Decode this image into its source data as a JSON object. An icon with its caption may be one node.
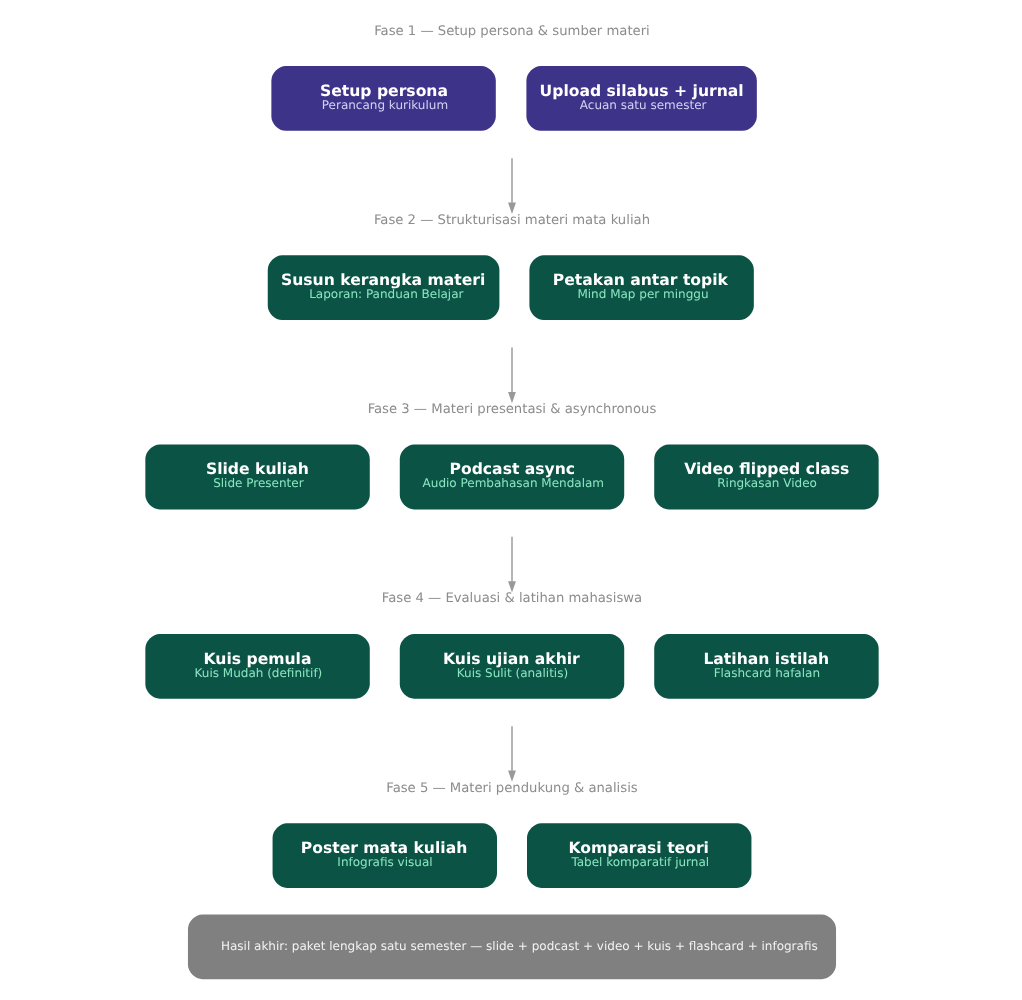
{
  "diagram": {
    "nodes": [
      {
        "text": [
          "Fase 1 — Setup persona & sumber materi"
        ]
      },
      {
        "text": [
          "Setup persona",
          "Perancang kurikulum"
        ]
      },
      {
        "text": [
          "Upload silabus + jurnal",
          "Acuan satu semester"
        ]
      },
      {
        "text": [
          "Fase 2 — Strukturisasi materi mata kuliah"
        ]
      },
      {
        "text": [
          "Susun kerangka materi",
          "Laporan: Panduan Belajar"
        ]
      },
      {
        "text": [
          "Petakan antar topik",
          "Mind Map per minggu"
        ]
      },
      {
        "text": [
          "Fase 3 — Materi presentasi & asynchronous"
        ]
      },
      {
        "text": [
          "Slide kuliah",
          "Slide Presenter"
        ]
      },
      {
        "text": [
          "Podcast async",
          "Audio Pembahasan Mendalam"
        ]
      },
      {
        "text": [
          "Video flipped class",
          "Ringkasan Video"
        ]
      },
      {
        "text": [
          "Fase 4 — Evaluasi & latihan mahasiswa"
        ]
      },
      {
        "text": [
          "Kuis pemula",
          "Kuis Mudah (definitif)"
        ]
      },
      {
        "text": [
          "Kuis ujian akhir",
          "Kuis Sulit (analitis)"
        ]
      },
      {
        "text": [
          "Latihan istilah",
          "Flashcard hafalan"
        ]
      },
      {
        "text": [
          "Fase 5 — Materi pendukung & analisis"
        ]
      },
      {
        "text": [
          "Poster mata kuliah",
          "Infografis visual"
        ]
      },
      {
        "text": [
          "Komparasi teori",
          "Tabel komparatif jurnal"
        ]
      },
      {
        "text": [
          "Hasil akhir: paket lengkap satu semester — slide + podcast + video + kuis + flashcard + infografis"
        ]
      }
    ],
    "edges": [
      {
        "from": null,
        "to": 3,
        "arrow": "to"
      },
      {
        "from": null,
        "to": 6,
        "arrow": "to"
      },
      {
        "from": null,
        "to": 10,
        "arrow": "to"
      },
      {
        "from": null,
        "to": 14,
        "arrow": "to"
      }
    ]
  }
}
